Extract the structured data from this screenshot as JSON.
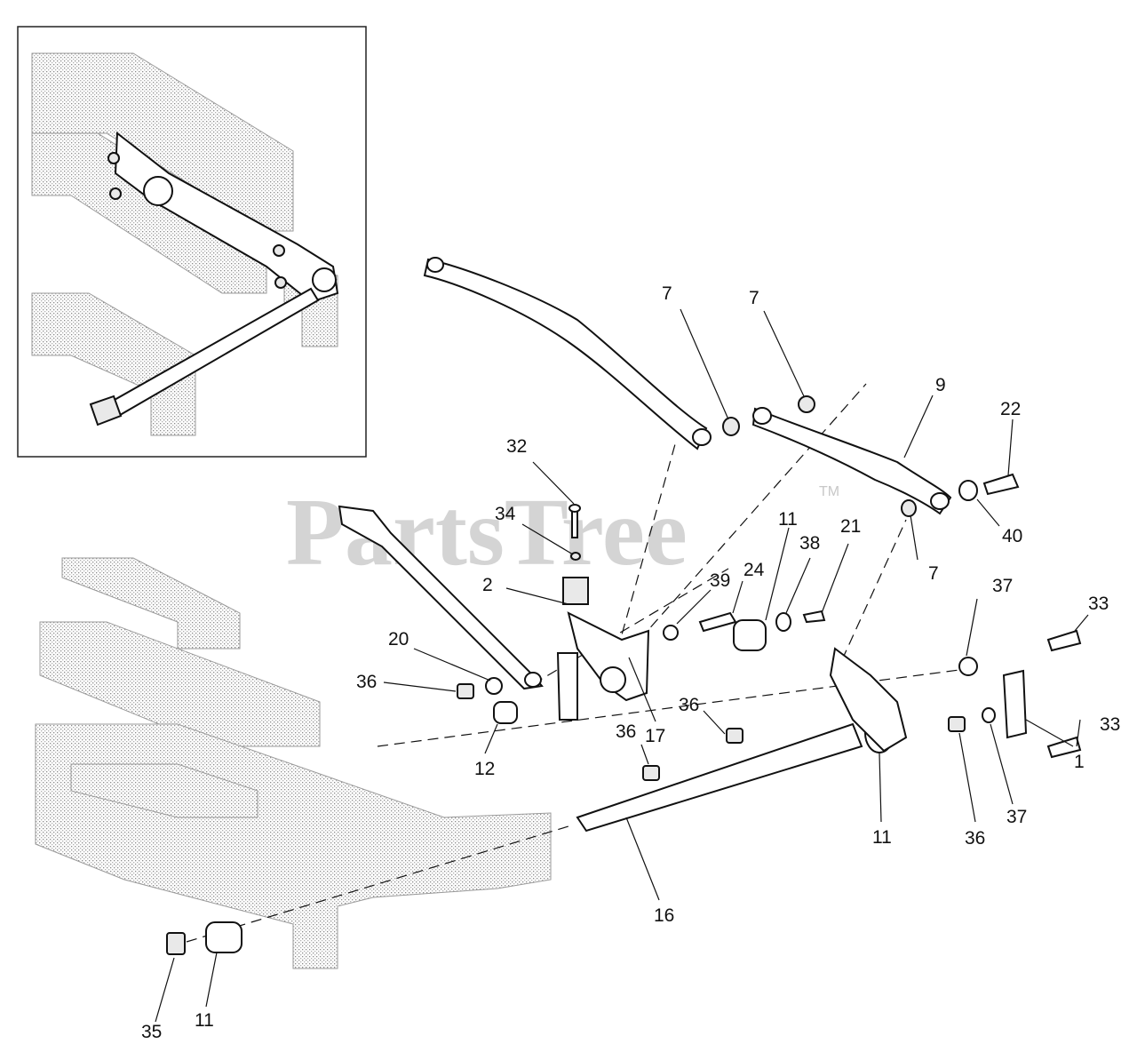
{
  "watermark": {
    "text": "PartsTree",
    "tm": "TM"
  },
  "callouts": [
    {
      "id": "c7a",
      "label": "7"
    },
    {
      "id": "c7b",
      "label": "7"
    },
    {
      "id": "c9",
      "label": "9"
    },
    {
      "id": "c22",
      "label": "22"
    },
    {
      "id": "c32",
      "label": "32"
    },
    {
      "id": "c34",
      "label": "34"
    },
    {
      "id": "c40",
      "label": "40"
    },
    {
      "id": "c11a",
      "label": "11"
    },
    {
      "id": "c38",
      "label": "38"
    },
    {
      "id": "c21",
      "label": "21"
    },
    {
      "id": "c7c",
      "label": "7"
    },
    {
      "id": "c2",
      "label": "2"
    },
    {
      "id": "c39",
      "label": "39"
    },
    {
      "id": "c24",
      "label": "24"
    },
    {
      "id": "c37a",
      "label": "37"
    },
    {
      "id": "c33a",
      "label": "33"
    },
    {
      "id": "c20",
      "label": "20"
    },
    {
      "id": "c36a",
      "label": "36"
    },
    {
      "id": "c36b",
      "label": "36"
    },
    {
      "id": "c33b",
      "label": "33"
    },
    {
      "id": "c17",
      "label": "17"
    },
    {
      "id": "c36c",
      "label": "36"
    },
    {
      "id": "c1",
      "label": "1"
    },
    {
      "id": "c12",
      "label": "12"
    },
    {
      "id": "c11b",
      "label": "11"
    },
    {
      "id": "c36d",
      "label": "36"
    },
    {
      "id": "c37b",
      "label": "37"
    },
    {
      "id": "c16",
      "label": "16"
    },
    {
      "id": "c35",
      "label": "35"
    },
    {
      "id": "c11c",
      "label": "11"
    }
  ]
}
